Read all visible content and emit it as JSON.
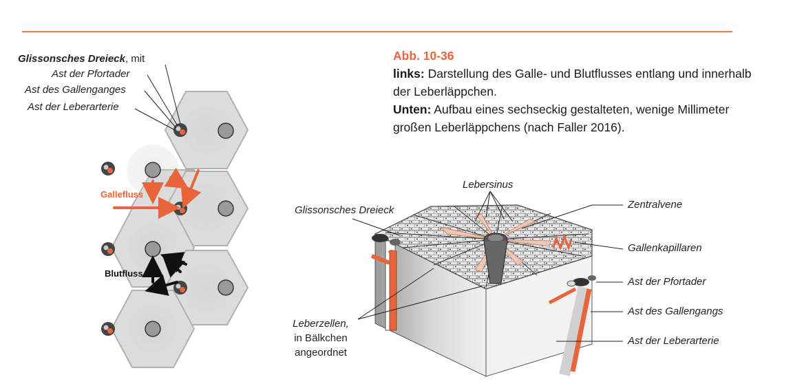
{
  "figure": {
    "number": "Abb. 10-36",
    "links_label": "links:",
    "links_text": " Darstellung des Galle- und Blutflusses entlang und innerhalb der Leberläppchen.",
    "unten_label": "Unten:",
    "unten_text": " Aufbau eines sechseckig gestalteten, wenige Millimeter großen Leberläppchens (nach Faller 2016)."
  },
  "left_diagram": {
    "glisson_title": "Glissonsches Dreieck",
    "glisson_suffix": ", mit",
    "branches": [
      "Ast der Pfortader",
      "Ast des Gallenganges",
      "Ast der Leberarterie"
    ],
    "gallefluss": "Gallefluss",
    "blutfluss": "Blutfluss"
  },
  "right_diagram": {
    "lebersinus": "Lebersinus",
    "glisson": "Glissonsches Dreieck",
    "zentralvene": "Zentralvene",
    "gallenkapillaren": "Gallenkapillaren",
    "pfortader": "Ast der Pfortader",
    "gallengangs": "Ast des Gallengangs",
    "leberarterie": "Ast der Leberarterie",
    "leberzellen": [
      "Leberzellen,",
      "in Bälkchen",
      "angeordnet"
    ]
  },
  "colors": {
    "accent": "#e8643a",
    "hex_fill": "#dcdcdc",
    "hex_stroke": "#b0b0b0"
  }
}
